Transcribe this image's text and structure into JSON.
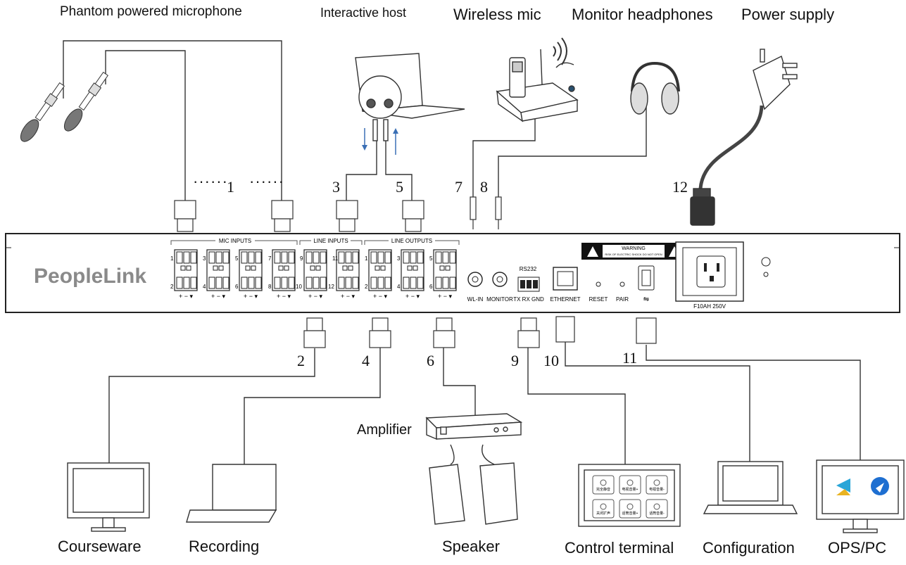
{
  "top_labels": {
    "phantom_mic": "Phantom powered microphone",
    "interactive_host": "Interactive host",
    "wireless_mic": "Wireless mic",
    "monitor_headphones": "Monitor headphones",
    "power_supply": "Power supply"
  },
  "bottom_labels": {
    "courseware": "Courseware",
    "recording": "Recording",
    "speaker": "Speaker",
    "control_terminal": "Control terminal",
    "configuration": "Configuration",
    "ops_pc": "OPS/PC"
  },
  "amplifier": "Amplifier",
  "device": {
    "brand": "PeopleLink",
    "mic_inputs": "MIC INPUTS",
    "line_inputs": "LINE INPUTS",
    "line_outputs": "LINE OUTPUTS",
    "rs232": "RS232",
    "wl_in": "WL-IN",
    "monitor": "MONITOR",
    "tx_rx_gnd": "TX RX GND",
    "ethernet": "ETHERNET",
    "reset": "RESET",
    "pair": "PAIR",
    "warning": "WARNING",
    "warning_sub": "RISK OF ELECTRIC SHOCK DO NOT OPEN",
    "fuse": "F10AH 250V",
    "terminal_polarity": "+ − ▾"
  },
  "connection_numbers": {
    "n1": "1",
    "n2": "2",
    "n3": "3",
    "n4": "4",
    "n5": "5",
    "n6": "6",
    "n7": "7",
    "n8": "8",
    "n9": "9",
    "n10": "10",
    "n11": "11",
    "n12": "12"
  },
  "dots": "······",
  "port_numbers": {
    "mic": [
      "1",
      "2",
      "3",
      "4",
      "5",
      "6",
      "7",
      "8"
    ],
    "line_in": [
      "9",
      "10",
      "11",
      "12"
    ],
    "line_out": [
      "1",
      "2",
      "3",
      "4",
      "5",
      "6"
    ]
  },
  "control_keys": [
    "完全静音",
    "电视音量+",
    "电视音量-",
    "关闭扩声",
    "话筒音量+",
    "话筒音量-"
  ]
}
